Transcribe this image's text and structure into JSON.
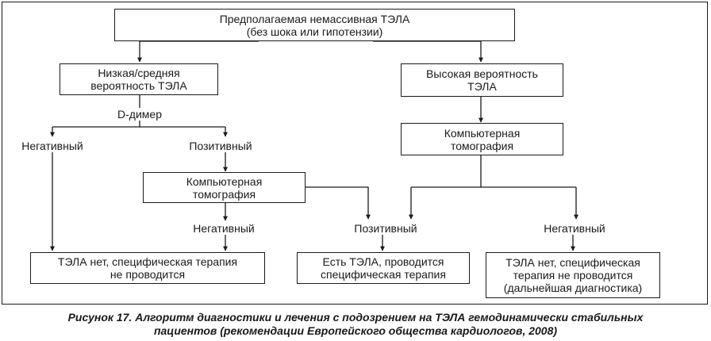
{
  "nodes": {
    "start": [
      "Предполагаемая немассивная ТЭЛА",
      "(без шока или гипотензии)"
    ],
    "low_prob": [
      "Низкая/средняя",
      "вероятность ТЭЛА"
    ],
    "high_prob": [
      "Высокая вероятность",
      "ТЭЛА"
    ],
    "ct_left": [
      "Компьютерная",
      "томография"
    ],
    "ct_right": [
      "Компьютерная",
      "томография"
    ],
    "outcome_left": [
      "ТЭЛА нет, специфическая терапия",
      "не проводится"
    ],
    "outcome_mid": [
      "Есть ТЭЛА, проводится",
      "специфическая терапия"
    ],
    "outcome_right": [
      "ТЭЛА нет, специфическая",
      "терапия не проводится",
      "(дальнейшая диагностика)"
    ]
  },
  "labels": {
    "d_dimer": "D-димер",
    "d_dimer_negative": "Негативный",
    "d_dimer_positive": "Позитивный",
    "ct_left_negative": "Негативный",
    "ct_positive": "Позитивный",
    "ct_right_negative": "Негативный"
  },
  "caption": [
    "Рисунок 17. Алгоритм диагностики и лечения с подозрением на ТЭЛА гемодинамически стабильных",
    "пациентов (рекомендации Европейского общества кардиологов, 2008)"
  ]
}
